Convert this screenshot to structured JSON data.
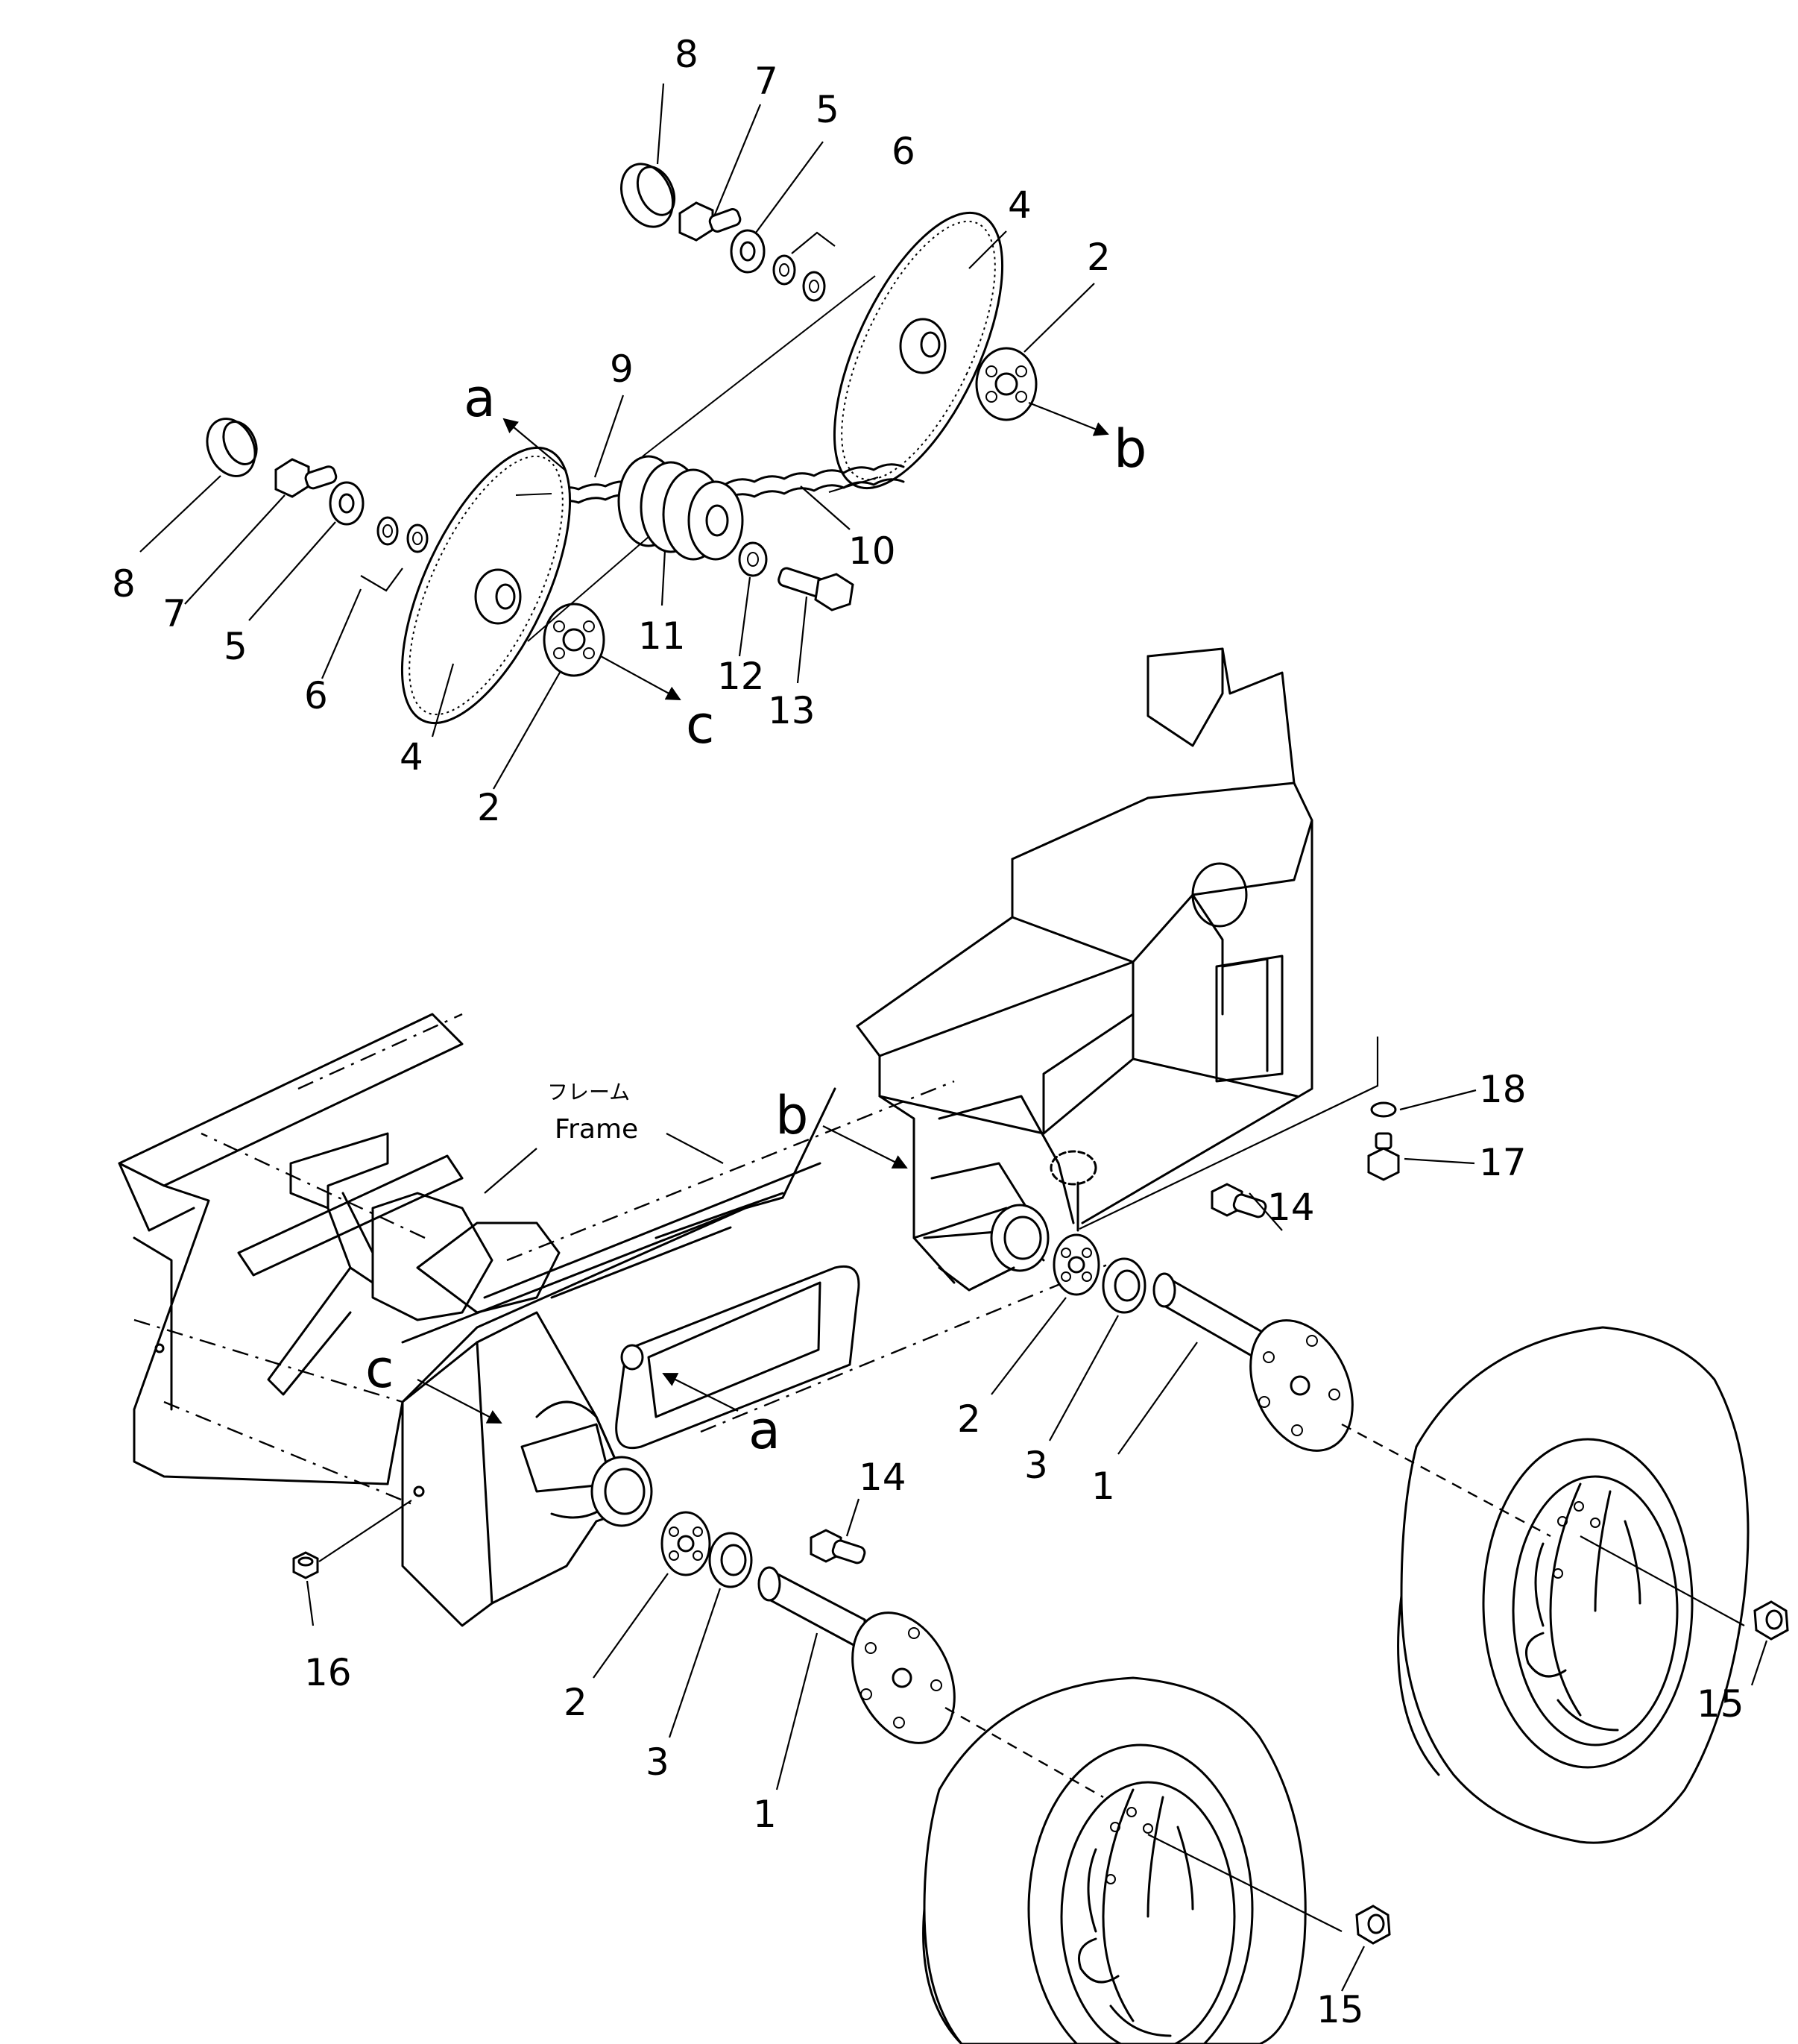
{
  "labels": {
    "n1": "1",
    "n2": "2",
    "n3": "3",
    "n4": "4",
    "n5": "5",
    "n6": "6",
    "n7": "7",
    "n8": "8",
    "n9": "9",
    "n10": "10",
    "n11": "11",
    "n12": "12",
    "n13": "13",
    "n14": "14",
    "n15": "15",
    "n16": "16",
    "n17": "17",
    "n18": "18",
    "a": "a",
    "b": "b",
    "c": "c",
    "frame_jp": "フレーム",
    "frame_en": "Frame"
  }
}
